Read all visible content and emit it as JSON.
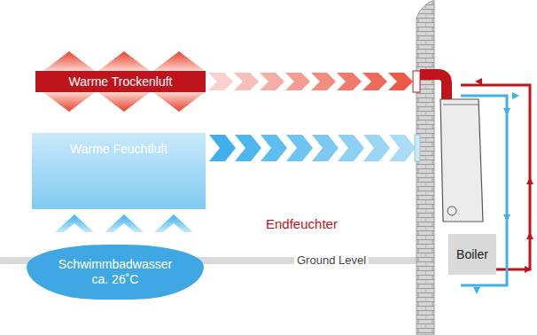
{
  "diagram": {
    "nodes": [
      {
        "text": [
          "Warme Trockenluft"
        ]
      },
      {
        "text": [
          "Warme Feuchtluft"
        ]
      },
      {
        "text": [
          "Schwimmbadwasser ca. 26˚C"
        ]
      },
      {
        "text": [
          "Boiler"
        ]
      }
    ],
    "labels": [
      "Endfeuchter",
      "Ground Level"
    ]
  }
}
